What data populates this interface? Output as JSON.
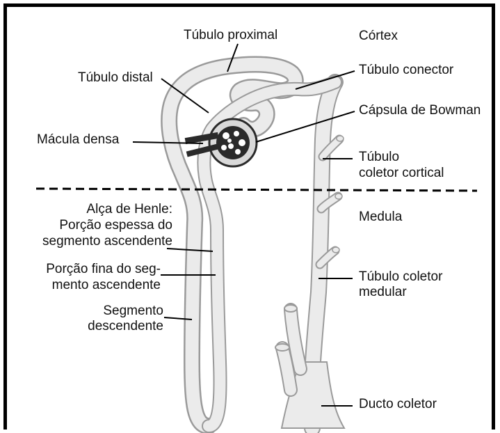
{
  "labels": {
    "tubulo_proximal": "Túbulo proximal",
    "cortex": "Córtex",
    "tubulo_distal": "Túbulo distal",
    "tubulo_conector": "Túbulo conector",
    "capsula_bowman": "Cápsula de Bowman",
    "macula_densa": "Mácula densa",
    "tubulo_coletor_cortical_1": "Túbulo",
    "tubulo_coletor_cortical_2": "coletor cortical",
    "alca_henle_1": "Alça de Henle:",
    "alca_henle_2": "Porção espessa do",
    "alca_henle_3": "segmento ascendente",
    "medula": "Medula",
    "porcao_fina_1": "Porção fina do seg-",
    "porcao_fina_2": "mento ascendente",
    "tubulo_coletor_medular_1": "Túbulo coletor",
    "tubulo_coletor_medular_2": "medular",
    "segmento_descendente_1": "Segmento",
    "segmento_descendente_2": "descendente",
    "ducto_coletor": "Ducto coletor"
  },
  "colors": {
    "tube_fill": "#ebebeb",
    "tube_edge": "#9a9a9a",
    "glomerulus": "#2a2a2a",
    "line": "#000000"
  }
}
